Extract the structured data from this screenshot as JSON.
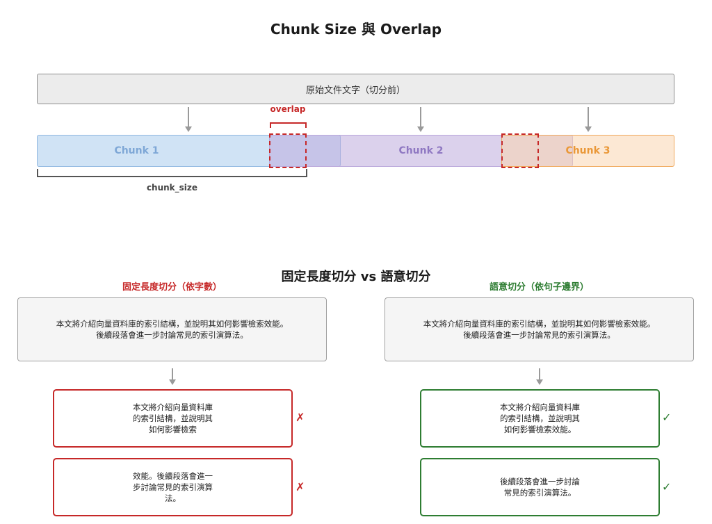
{
  "top_section": {
    "title": "Chunk Size 與 Overlap",
    "original_label": "原始文件文字（切分前）",
    "chunks": [
      "Chunk 1",
      "Chunk 2",
      "Chunk 3"
    ],
    "overlap_label": "overlap",
    "chunk_size_label": "chunk_size"
  },
  "bottom_section": {
    "title": "固定長度切分 vs 語意切分",
    "fixed": {
      "title": "固定長度切分（依字數）",
      "source_text": "本文將介紹向量資料庫的索引結構，並說明其如何影響檢索效能。\n後續段落會進一步討論常見的索引演算法。",
      "results": [
        {
          "text": "本文將介紹向量資料庫\n的索引結構，並說明其\n如何影響檢索",
          "mark": "✗"
        },
        {
          "text": "效能。後續段落會進一\n步討論常見的索引演算\n法。",
          "mark": "✗"
        }
      ]
    },
    "semantic": {
      "title": "語意切分（依句子邊界）",
      "source_text": "本文將介紹向量資料庫的索引結構，並說明其如何影響檢索效能。\n後續段落會進一步討論常見的索引演算法。",
      "results": [
        {
          "text": "本文將介紹向量資料庫\n的索引結構，並說明其\n如何影響檢索效能。",
          "mark": "✓"
        },
        {
          "text": "後續段落會進一步討論\n常見的索引演算法。",
          "mark": "✓"
        }
      ]
    }
  },
  "colors": {
    "bad": "#c62828",
    "good": "#2e7d32",
    "chunk1": "#8fb7e0",
    "chunk2": "#b8a6da",
    "chunk3": "#f0a85a"
  }
}
